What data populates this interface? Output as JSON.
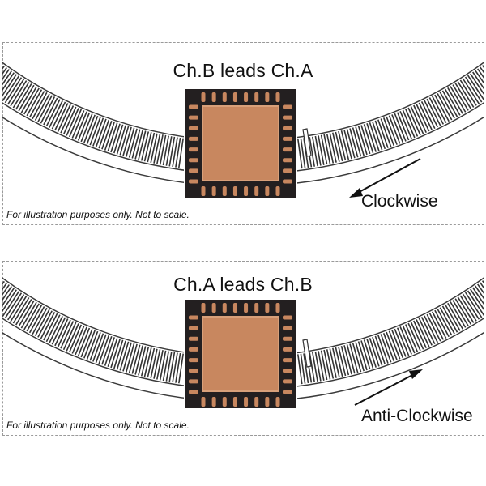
{
  "panels": [
    {
      "title": "Ch.B leads Ch.A",
      "direction": "Clockwise",
      "note": "For illustration purposes only. Not to scale."
    },
    {
      "title": "Ch.A leads Ch.B",
      "direction": "Anti-Clockwise",
      "note": "For illustration purposes only. Not to scale."
    }
  ],
  "colors": {
    "chip_body": "#231f20",
    "copper": "#c8875f",
    "pad_outline": "#d8a07a",
    "scale_stripe": "#333333"
  }
}
